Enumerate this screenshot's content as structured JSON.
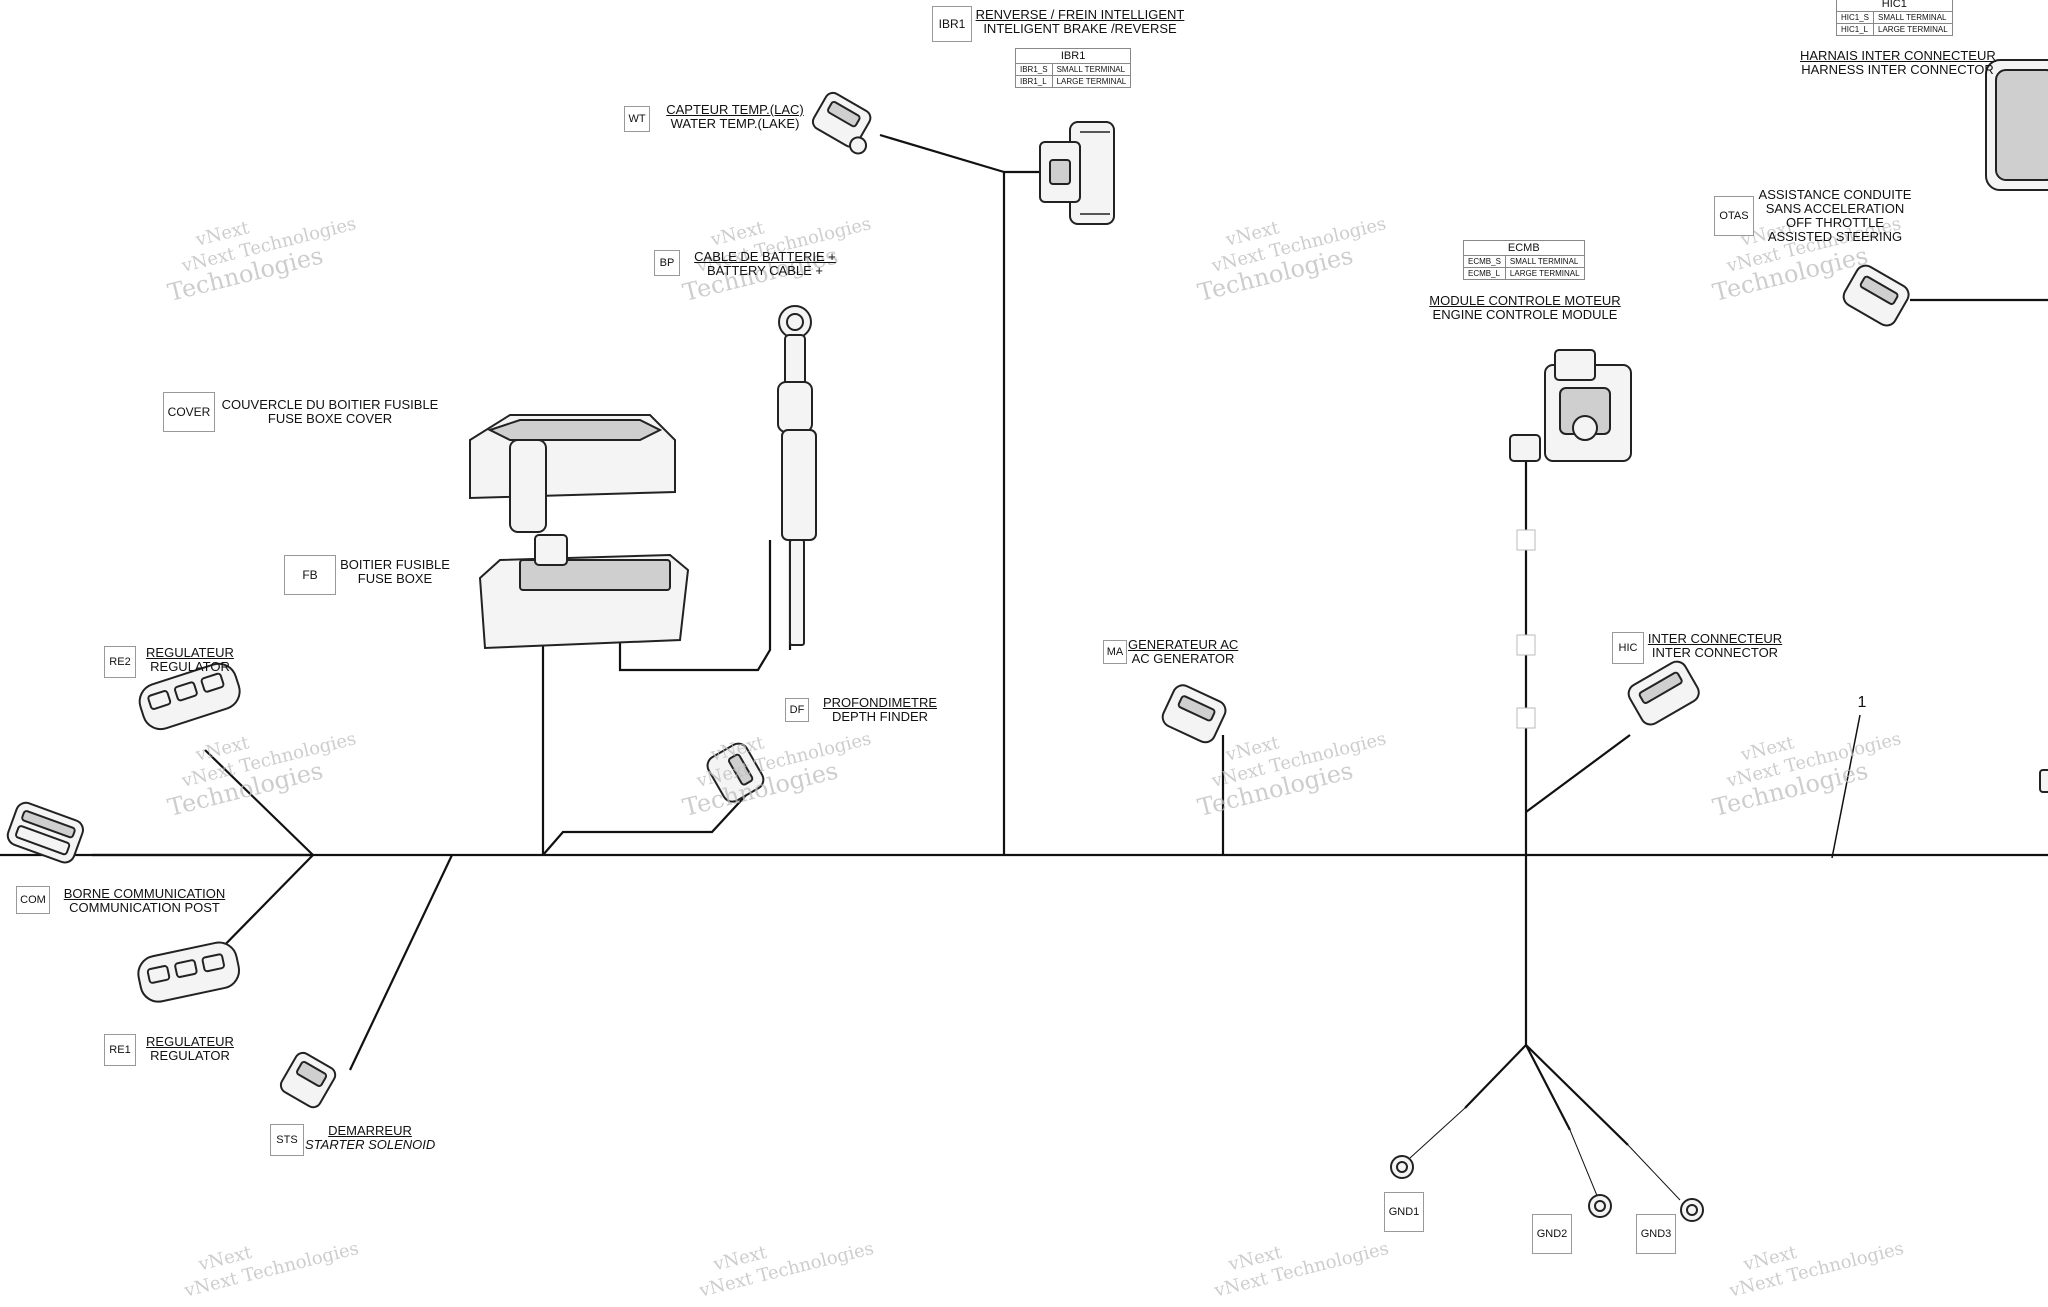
{
  "watermark": {
    "line1": "vNext",
    "line2": "Technologies",
    "line3": "vNext Technologies"
  },
  "components": {
    "ibr1": {
      "code": "IBR1",
      "fr": "RENVERSE / FREIN INTELLIGENT",
      "en": "INTELIGENT BRAKE /REVERSE"
    },
    "wt": {
      "code": "WT",
      "fr": "CAPTEUR TEMP.(LAC)",
      "en": "WATER TEMP.(LAKE)"
    },
    "bp": {
      "code": "BP",
      "fr": "CABLE DE BATTERIE +",
      "en": "BATTERY CABLE +"
    },
    "cover": {
      "code": "COVER",
      "fr": "COUVERCLE DU BOITIER FUSIBLE",
      "en": "FUSE BOXE COVER"
    },
    "fb": {
      "code": "FB",
      "fr": "BOITIER FUSIBLE",
      "en": "FUSE BOXE"
    },
    "re2": {
      "code": "RE2",
      "fr": "REGULATEUR",
      "en": "REGULATOR"
    },
    "com": {
      "code": "COM",
      "fr": "BORNE COMMUNICATION",
      "en": "COMMUNICATION POST"
    },
    "re1": {
      "code": "RE1",
      "fr": "REGULATEUR",
      "en": "REGULATOR"
    },
    "sts": {
      "code": "STS",
      "fr": "DEMARREUR",
      "en": "STARTER SOLENOID"
    },
    "df": {
      "code": "DF",
      "fr": "PROFONDIMETRE",
      "en": "DEPTH FINDER"
    },
    "ma": {
      "code": "MA",
      "fr": "GENERATEUR AC",
      "en": "AC GENERATOR"
    },
    "ecmb": {
      "fr": "MODULE CONTROLE MOTEUR",
      "en": "ENGINE CONTROLE MODULE"
    },
    "hic": {
      "code": "HIC",
      "fr": "INTER CONNECTEUR",
      "en": "INTER CONNECTOR"
    },
    "otas": {
      "code": "OTAS",
      "fr1": "ASSISTANCE CONDUITE",
      "fr2": "SANS ACCELERATION",
      "en1": "OFF THROTTLE",
      "en2": "ASSISTED STEERING"
    },
    "hic1": {
      "fr": "HARNAIS INTER CONNECTEUR",
      "en": "HARNESS INTER CONNECTOR"
    },
    "gnd1": {
      "code": "GND1"
    },
    "gnd2": {
      "code": "GND2"
    },
    "gnd3": {
      "code": "GND3"
    },
    "ref": {
      "number": "1"
    }
  },
  "tables": {
    "ibr1": {
      "title": "IBR1",
      "rows": [
        [
          "IBR1_S",
          "SMALL TERMINAL"
        ],
        [
          "IBR1_L",
          "LARGE TERMINAL"
        ]
      ]
    },
    "ecmb": {
      "title": "ECMB",
      "rows": [
        [
          "ECMB_S",
          "SMALL TERMINAL"
        ],
        [
          "ECMB_L",
          "LARGE TERMINAL"
        ]
      ]
    },
    "hic1": {
      "title": "HIC1",
      "rows": [
        [
          "HIC1_S",
          "SMALL TERMINAL"
        ],
        [
          "HIC1_L",
          "LARGE TERMINAL"
        ]
      ]
    }
  }
}
